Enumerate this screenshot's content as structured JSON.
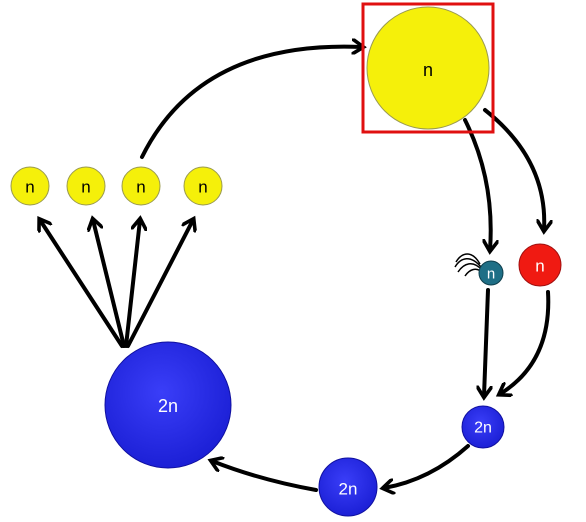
{
  "diagram": {
    "haploid_label": "n",
    "diploid_label": "2n",
    "labels": {
      "large_yellow": "n",
      "small_yellow_1": "n",
      "small_yellow_2": "n",
      "small_yellow_3": "n",
      "small_yellow_4": "n",
      "red_cell": "n",
      "teal_cell": "n",
      "zygote": "2n",
      "small_blue": "2n",
      "large_blue": "2n"
    },
    "colors": {
      "yellow": "#f5f00a",
      "blue": "#2a2ef0",
      "red": "#f01a12",
      "teal": "#1f6f86",
      "highlight_box": "#e01010",
      "arrow": "#000000"
    },
    "icons": [
      "flagella-icon"
    ]
  }
}
